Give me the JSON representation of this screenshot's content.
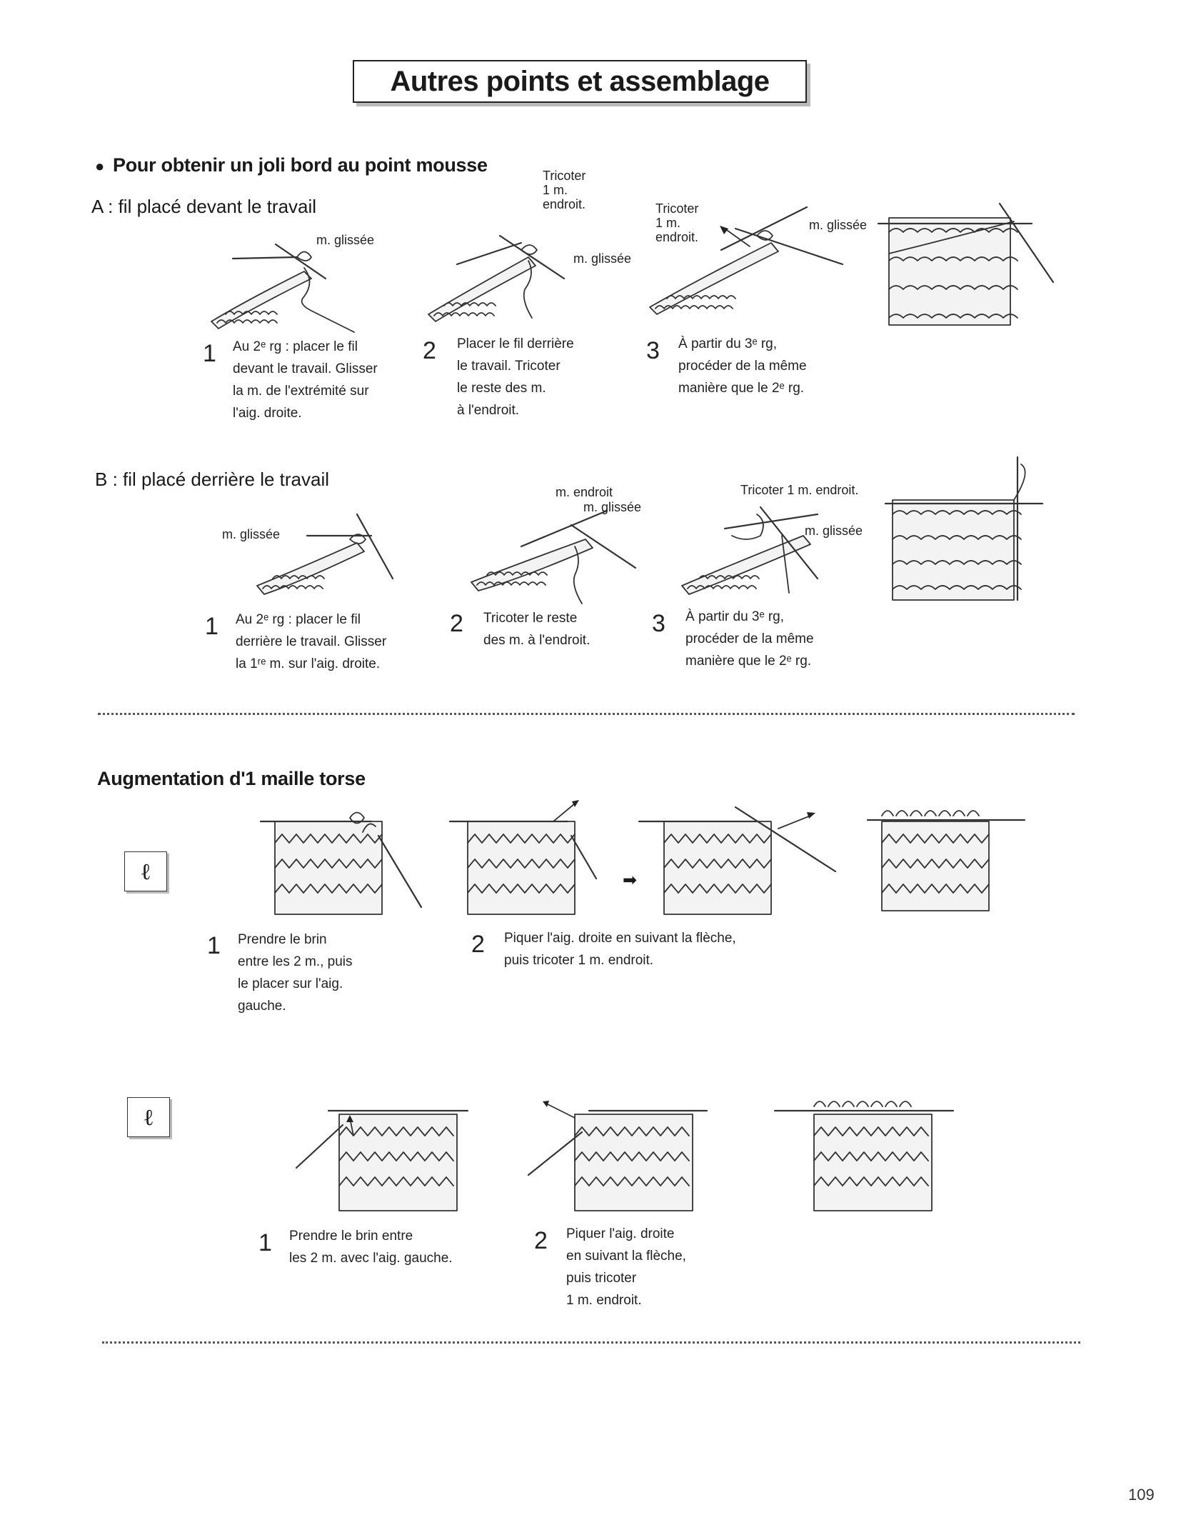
{
  "page": {
    "title": "Autres points et assemblage",
    "page_number": "109"
  },
  "section_bord": {
    "heading": "Pour obtenir un joli bord au point mousse",
    "bullet": "●",
    "part_a": {
      "heading": "A : fil placé devant le travail",
      "labels": {
        "a1_glissee": "m. glissée",
        "a2_tricoter": "Tricoter\n1 m.\nendroit.",
        "a2_glissee": "m. glissée",
        "a3_tricoter": "Tricoter\n1 m.\nendroit.",
        "a3_glissee": "m. glissée"
      },
      "steps": [
        {
          "num": "1",
          "text": "Au 2ᵉ rg : placer le fil\ndevant le travail. Glisser\nla m. de l'extrémité sur\nl'aig. droite."
        },
        {
          "num": "2",
          "text": "Placer le fil derrière\nle travail. Tricoter\nle reste des m.\nà l'endroit."
        },
        {
          "num": "3",
          "text": "À partir du 3ᵉ rg,\nprocéder de la même\nmanière que le 2ᵉ rg."
        }
      ]
    },
    "part_b": {
      "heading": "B : fil placé derrière le travail",
      "labels": {
        "b1_glissee": "m. glissée",
        "b2_endroit": "m. endroit",
        "b2_glissee": "m. glissée",
        "b3_tricoter": "Tricoter 1 m. endroit.",
        "b3_glissee": "m. glissée"
      },
      "steps": [
        {
          "num": "1",
          "text": "Au 2ᵉ rg : placer le fil\nderrière le travail. Glisser\nla 1ʳᵉ m. sur l'aig. droite."
        },
        {
          "num": "2",
          "text": "Tricoter le reste\ndes m. à l'endroit."
        },
        {
          "num": "3",
          "text": "À partir du 3ᵉ rg,\nprocéder de la même\nmanière que le 2ᵉ rg."
        }
      ]
    }
  },
  "section_aug": {
    "heading": "Augmentation d'1 maille torse",
    "symbol": "ℓ",
    "row1_steps": [
      {
        "num": "1",
        "text": "Prendre le brin\nentre les 2 m., puis\nle placer sur l'aig.\ngauche."
      },
      {
        "num": "2",
        "text": "Piquer l'aig. droite en suivant la flèche,\npuis tricoter 1 m. endroit."
      }
    ],
    "row2_steps": [
      {
        "num": "1",
        "text": "Prendre le brin entre\nles 2 m. avec l'aig. gauche."
      },
      {
        "num": "2",
        "text": "Piquer l'aig. droite\nen suivant la flèche,\npuis tricoter\n1 m. endroit."
      }
    ]
  }
}
